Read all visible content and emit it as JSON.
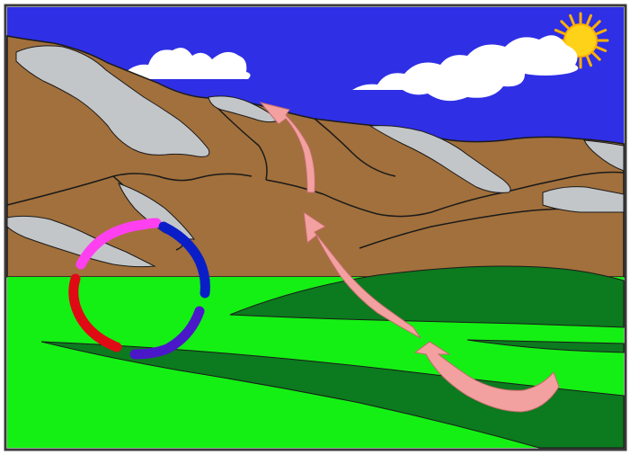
{
  "scene": {
    "colors": {
      "frame": "#3a3a3a",
      "sky": "#2f2fe6",
      "sun": "#ffd21a",
      "sun_rays": "#ffb000",
      "cloud": "#ffffff",
      "mountain": "#a2703c",
      "snow": "#c3c6c8",
      "grass_light": "#14f014",
      "grass_dark": "#0c7a1e",
      "outline": "#1a1a1a",
      "wind_arrow": "#f3a0a0",
      "cycle_magenta": "#ff40f0",
      "cycle_blue": "#0a1ec8",
      "cycle_purple": "#4a18c8",
      "cycle_red": "#e00a14"
    },
    "elements": [
      "sun-icon",
      "cloud-left-icon",
      "cloud-right-icon",
      "mountain-range",
      "snow-caps",
      "grass-plain",
      "dark-grass-strips",
      "rising-air-arrow-icon",
      "water-cycle-ring-icon"
    ]
  }
}
